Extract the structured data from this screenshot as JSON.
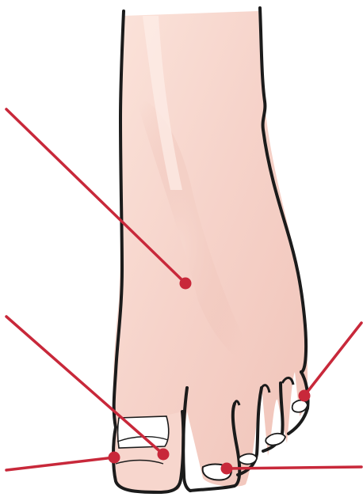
{
  "diagram": {
    "subject": "foot-top-view",
    "colors": {
      "skin_light": "#fbe6df",
      "skin_mid": "#f4cfc6",
      "skin_shadow": "#e8b3a8",
      "outline": "#1b1b1b",
      "nail": "#ffffff",
      "pointer": "#c8283a"
    },
    "pointers": [
      {
        "id": "dorsum",
        "label": ""
      },
      {
        "id": "big-toe-tip",
        "label": ""
      },
      {
        "id": "big-toe-base",
        "label": ""
      },
      {
        "id": "second-toe",
        "label": ""
      },
      {
        "id": "little-toe",
        "label": ""
      }
    ]
  }
}
